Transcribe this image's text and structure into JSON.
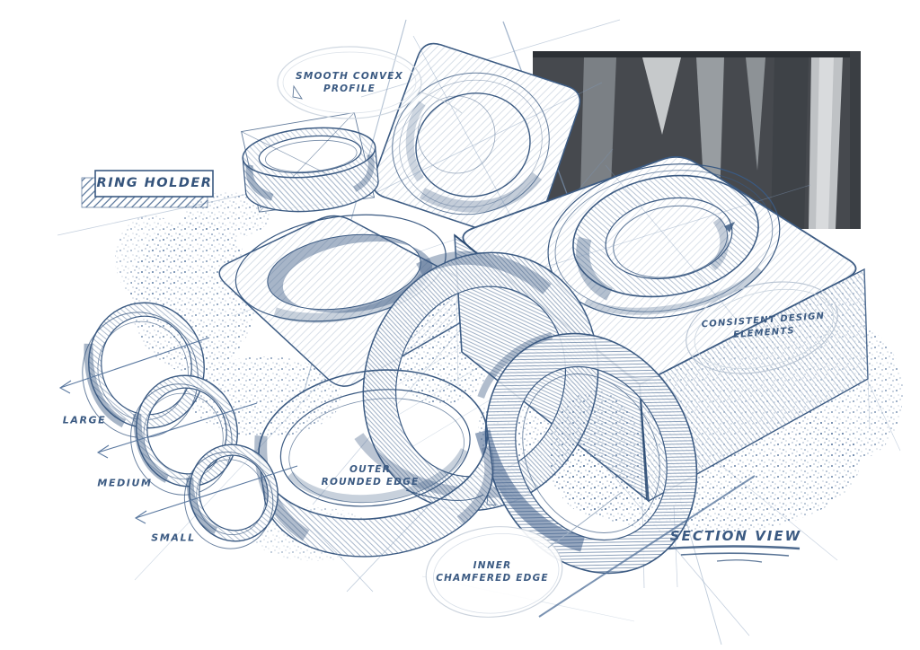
{
  "colors": {
    "ink": "#3b5a82",
    "ink_dark": "#27476e",
    "ink_faint": "#8aa2c0",
    "paper": "#ffffff",
    "panel_dark": "#46494e",
    "panel_mid": "#7b8085",
    "panel_light": "#c6c9cb"
  },
  "title": {
    "label": "RING HOLDER"
  },
  "callouts": {
    "smooth_convex": {
      "line1": "SMOOTH CONVEX",
      "line2": "PROFILE"
    },
    "outer_edge": {
      "line1": "OUTER",
      "line2": "ROUNDED EDGE"
    },
    "inner_edge": {
      "line1": "INNER",
      "line2": "CHAMFERED EDGE"
    },
    "consistent": {
      "line1": "CONSISTENT DESIGN",
      "line2": "ELEMENTS"
    }
  },
  "size_labels": {
    "large": "LARGE",
    "medium": "MEDIUM",
    "small": "SMALL"
  },
  "view_label": {
    "section": "SECTION VIEW"
  }
}
